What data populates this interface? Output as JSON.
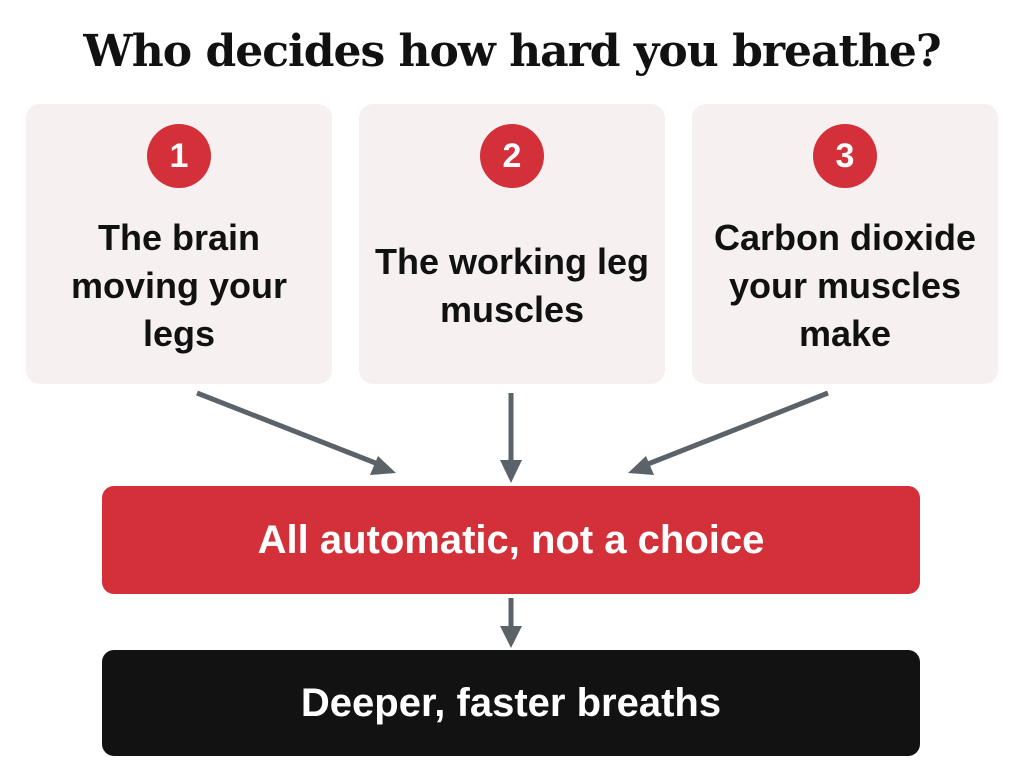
{
  "title": "Who decides how hard you breathe?",
  "cards": [
    {
      "number": "1",
      "text": "The brain moving your legs"
    },
    {
      "number": "2",
      "text": "The working leg muscles"
    },
    {
      "number": "3",
      "text": "Carbon dioxide your muscles make"
    }
  ],
  "middle_box": {
    "text": "All automatic, not a choice"
  },
  "bottom_box": {
    "text": "Deeper, faster breaths"
  },
  "colors": {
    "accent_red": "#d3303a",
    "card_bg": "#f7f0f0",
    "arrow_gray": "#5b6369",
    "dark_box": "#121212"
  }
}
